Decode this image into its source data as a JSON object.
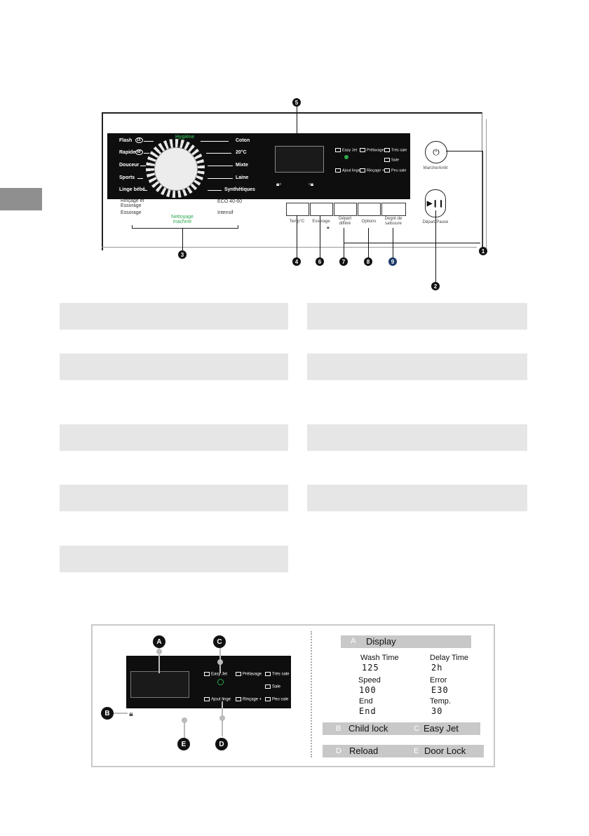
{
  "panel": {
    "programs_left": [
      "Flash",
      "Rapide",
      "Douceur",
      "Sports",
      "Linge bébé"
    ],
    "programs_left_badges": [
      "15'",
      "49'"
    ],
    "programs_right": [
      "Coton",
      "20°C",
      "Mixte",
      "Laine",
      "Synthétiques"
    ],
    "program_top": "Hygiène",
    "programs_bottom_left": [
      "Rinçage et Essorage",
      "Essorage"
    ],
    "program_bottom_right": [
      "ECO 40-60",
      "Intensif"
    ],
    "program_bottom_center": "Nettoyage machine",
    "options": {
      "easy_jet": "Easy Jet",
      "prelavage": "Prélavage",
      "tres_sale": "Très sale",
      "sale": "Sale",
      "ajout_linge": "Ajout linge",
      "rincage_plus": "Rinçage +",
      "peu_sale": "Peu sale"
    },
    "buttons": [
      "Temp°C",
      "Essorage",
      "Départ différé",
      "Options",
      "Degré de salissure"
    ],
    "power_label": "Marche/Arrêt",
    "start_label": "Départ/Pause",
    "power_symbol": "⏻",
    "start_symbol": "▶❙❙",
    "callouts": [
      "1",
      "2",
      "3",
      "4",
      "5",
      "6",
      "7",
      "8",
      "9"
    ]
  },
  "figure": {
    "callouts": [
      "A",
      "B",
      "C",
      "D",
      "E"
    ],
    "options": {
      "easy_jet": "Easy Jet",
      "prelavage": "Prélavage",
      "tres_sale": "Très sale",
      "sale": "Sale",
      "ajout_linge": "Ajout linge",
      "rincage_plus": "Rinçage +",
      "peu_sale": "Peu sale"
    },
    "legend": {
      "a_letter": "A",
      "a_text": "Display",
      "b_letter": "B",
      "b_text": "Child lock",
      "c_letter": "C",
      "c_text": "Easy Jet",
      "d_letter": "D",
      "d_text": "Reload",
      "e_letter": "E",
      "e_text": "Door Lock"
    },
    "display_info": [
      {
        "label": "Wash Time",
        "value": "125"
      },
      {
        "label": "Delay Time",
        "value": "2h"
      },
      {
        "label": "Speed",
        "value": "100"
      },
      {
        "label": "Error",
        "value": "E30"
      },
      {
        "label": "End",
        "value": "End"
      },
      {
        "label": "Temp.",
        "value": "30"
      }
    ]
  },
  "colors": {
    "accent_green": "#2fa84f",
    "bar_gray": "#e6e6e6",
    "legend_gray": "#c8c8c8"
  }
}
